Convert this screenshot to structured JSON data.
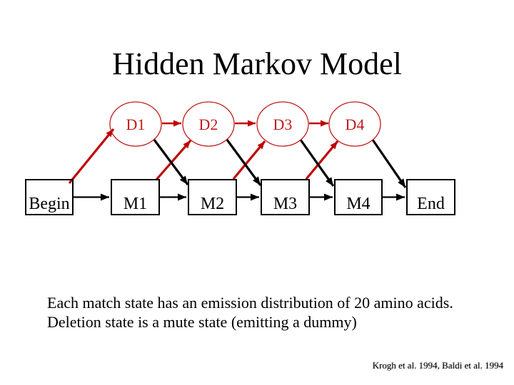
{
  "slide": {
    "title": "Hidden Markov Model",
    "body": {
      "line1": "Each match state has an emission distribution of 20 amino acids.",
      "line2": "Deletion state is a mute state (emitting a dummy)"
    },
    "citation": "Krogh et al. 1994, Baldi et al. 1994"
  },
  "diagram": {
    "type": "hmm-state-diagram",
    "delete_states": [
      {
        "label": "D1"
      },
      {
        "label": "D2"
      },
      {
        "label": "D3"
      },
      {
        "label": "D4"
      }
    ],
    "match_states": [
      {
        "label": "Begin"
      },
      {
        "label": "M1"
      },
      {
        "label": "M2"
      },
      {
        "label": "M3"
      },
      {
        "label": "M4"
      },
      {
        "label": "End"
      }
    ],
    "transitions": {
      "match_to_match": [
        "Begin→M1",
        "M1→M2",
        "M2→M3",
        "M3→M4",
        "M4→End"
      ],
      "delete_to_delete": [
        "D1→D2",
        "D2→D3",
        "D3→D4"
      ],
      "match_to_delete": [
        "Begin→D1",
        "M1→D2",
        "M2→D3",
        "M3→D4"
      ],
      "delete_to_match": [
        "D1→M2",
        "D2→M3",
        "D3→M4",
        "D4→End"
      ]
    },
    "colors": {
      "delete_state": "#c41a1a",
      "match_state_border": "#000000",
      "red_arrow": "#c00000",
      "black_arrow": "#000000",
      "background": "#ffffff",
      "citation_shadow": "#c8c8c8"
    }
  }
}
